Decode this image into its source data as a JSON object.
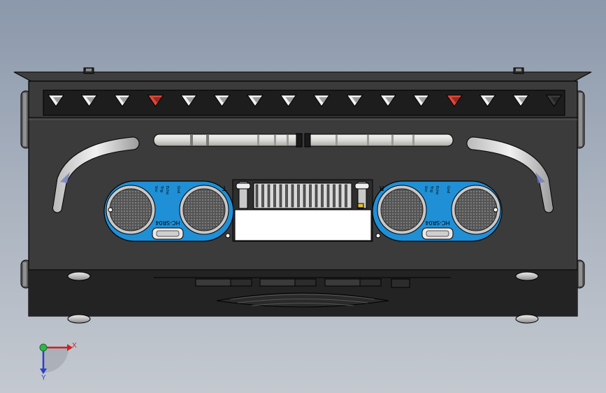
{
  "viewport": {
    "background_top": "#8b98ab",
    "background_bottom": "#c4c9d0"
  },
  "model": {
    "body_color": "#3b3b3b",
    "dark_color": "#1c1c1c",
    "edge_color": "#000000",
    "led_colors": [
      "white",
      "white",
      "white",
      "red",
      "white",
      "white",
      "white",
      "white",
      "white",
      "white",
      "white",
      "white",
      "red",
      "white",
      "white",
      "dark"
    ],
    "pcb_color": "#1f8fd6",
    "sensor_left": {
      "label": "HC-SR04",
      "pins": [
        "Vcc",
        "Trig",
        "Echo",
        "Gnd"
      ],
      "marker": "T"
    },
    "sensor_right": {
      "label": "HC-SR04",
      "pins": [
        "Vcc",
        "Trig",
        "Echo",
        "Gnd"
      ],
      "marker": "R"
    }
  },
  "triad": {
    "x_label": "X",
    "y_label": "Y",
    "x_color": "#d21f1f",
    "y_color": "#2a3ecf",
    "origin_color": "#2fb54a"
  }
}
